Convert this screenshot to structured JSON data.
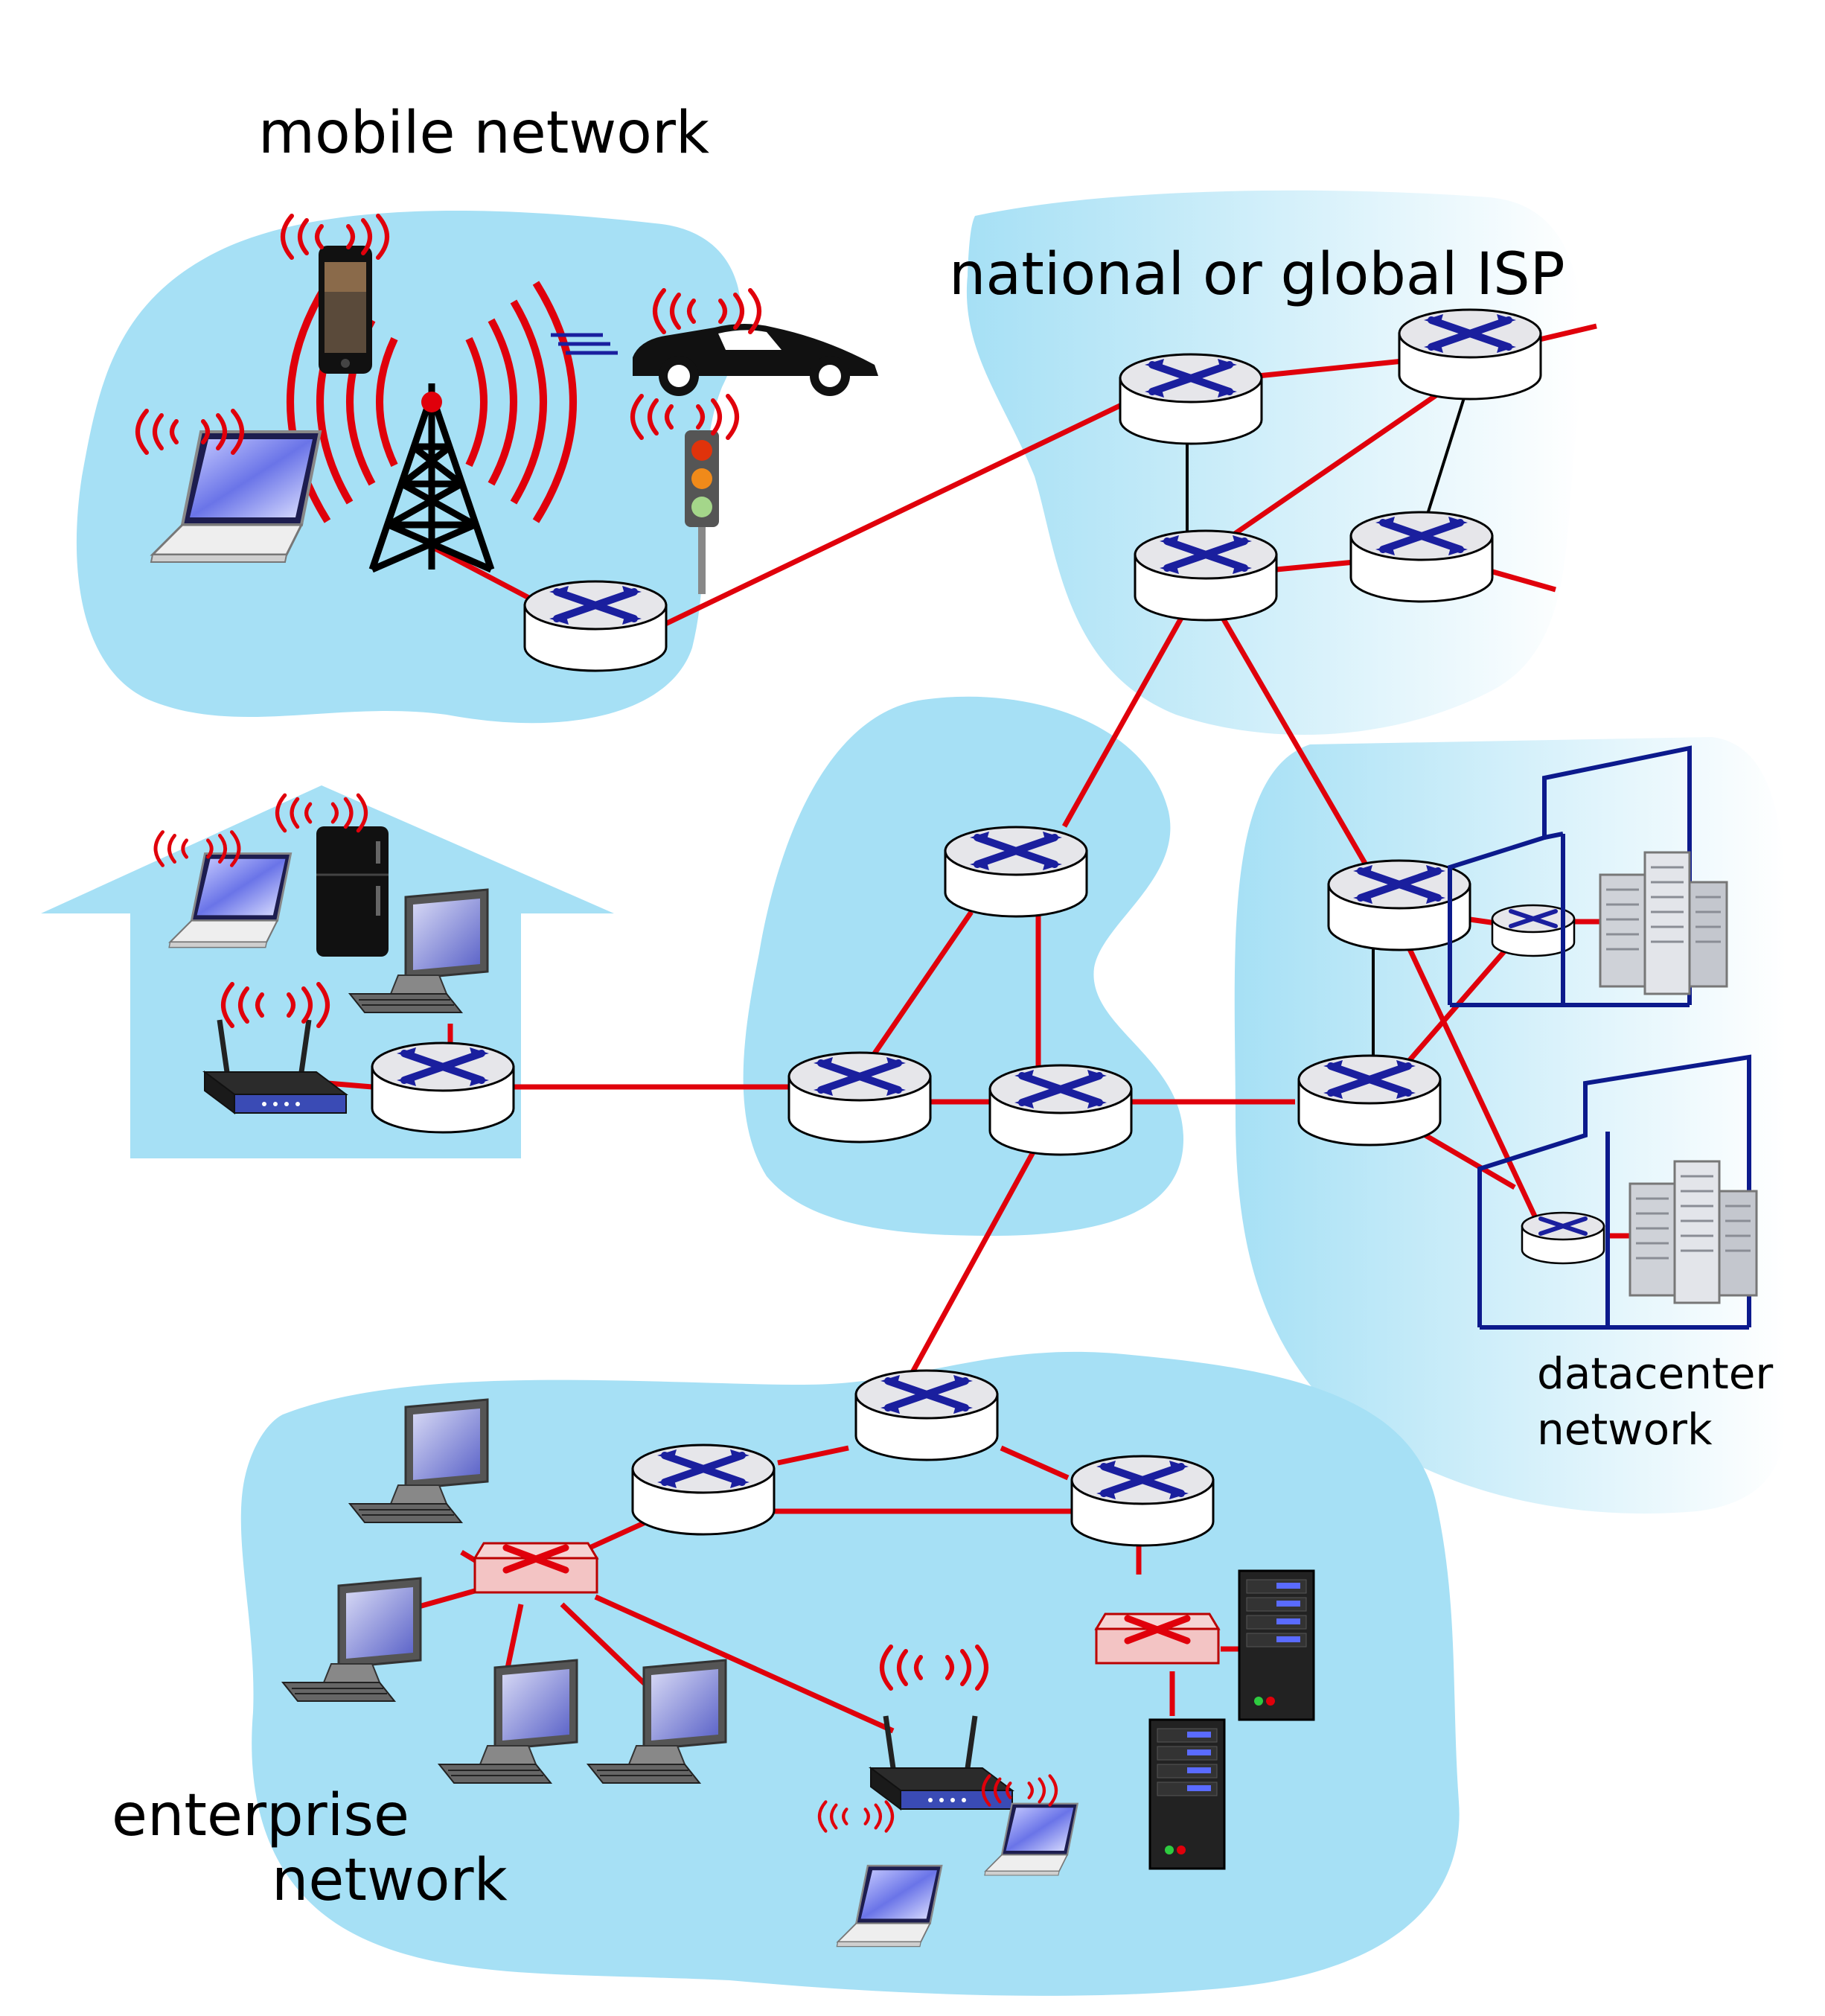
{
  "labels": {
    "mobile": "mobile network",
    "isp": "national or global ISP",
    "datacenter_line1": "datacenter",
    "datacenter_line2": "network",
    "enterprise_line1": "enterprise",
    "enterprise_line2": "network"
  },
  "colors": {
    "region_fill": "#a6e0f5",
    "link": "#e0000b",
    "router_top": "#e6e6ea",
    "router_x": "#1a1f9e",
    "switch_fill": "#f3c4c4",
    "switch_x": "#e0000b",
    "building_stroke": "#0c1a8c"
  },
  "icons": {
    "router": "router-icon",
    "switch": "switch-icon",
    "tower": "cell-tower-icon",
    "phone": "smartphone-icon",
    "car": "car-icon",
    "traffic_light": "traffic-light-icon",
    "laptop": "laptop-icon",
    "desktop": "desktop-computer-icon",
    "fridge": "refrigerator-icon",
    "wifi_router": "wifi-access-point-icon",
    "server": "server-icon",
    "datacenter": "datacenter-building-icon"
  }
}
